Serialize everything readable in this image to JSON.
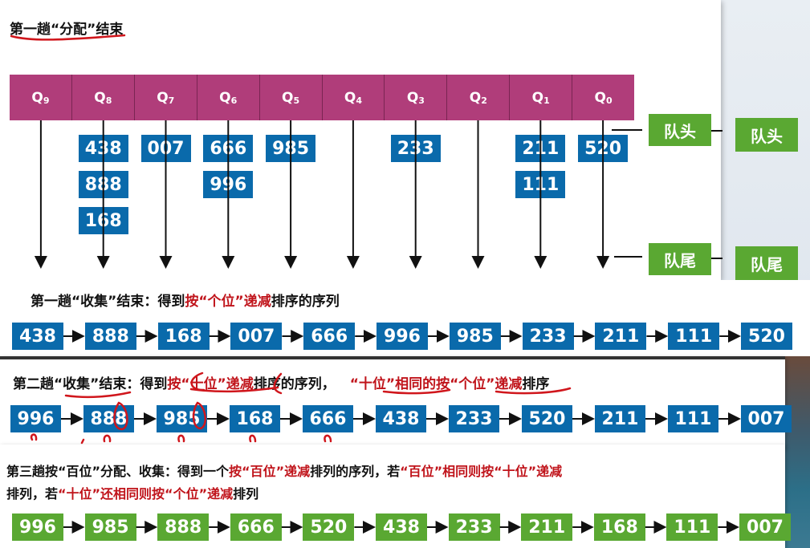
{
  "pass1_distribute": {
    "title": "第一趟“分配”结束",
    "queues": [
      {
        "label": "Q",
        "sub": "9",
        "items": []
      },
      {
        "label": "Q",
        "sub": "8",
        "items": [
          "438",
          "888",
          "168"
        ]
      },
      {
        "label": "Q",
        "sub": "7",
        "items": [
          "007"
        ]
      },
      {
        "label": "Q",
        "sub": "6",
        "items": [
          "666",
          "996"
        ]
      },
      {
        "label": "Q",
        "sub": "5",
        "items": [
          "985"
        ]
      },
      {
        "label": "Q",
        "sub": "4",
        "items": []
      },
      {
        "label": "Q",
        "sub": "3",
        "items": [
          "233"
        ]
      },
      {
        "label": "Q",
        "sub": "2",
        "items": []
      },
      {
        "label": "Q",
        "sub": "1",
        "items": [
          "211",
          "111"
        ]
      },
      {
        "label": "Q",
        "sub": "0",
        "items": [
          "520"
        ]
      }
    ],
    "head_label": "队头",
    "tail_label": "队尾"
  },
  "pass1_collect": {
    "title_a": "第一趟“收集”结束：得到",
    "title_b": "按“个位”递减",
    "title_c": "排序的序列",
    "sequence": [
      "438",
      "888",
      "168",
      "007",
      "666",
      "996",
      "985",
      "233",
      "211",
      "111",
      "520"
    ]
  },
  "pass2_collect": {
    "title_a": "第二趟“收集”结束：得到",
    "title_b": "按“十位”递减",
    "title_c": "排序的序列，",
    "title_d": "“十位”相同的按“个位”递减",
    "title_e": "排序",
    "sequence": [
      "996",
      "888",
      "985",
      "168",
      "666",
      "438",
      "233",
      "520",
      "211",
      "111",
      "007"
    ]
  },
  "pass3": {
    "line1_a": "第三趟按“百位”分配、收集：得到一个",
    "line1_b": "按“百位”递减",
    "line1_c": "排列的序列，若",
    "line1_d": "“百位”相同则按“十位”递减",
    "line2_a": "排列，若",
    "line2_b": "“十位”还相同则按“个位”递减",
    "line2_c": "排列",
    "sequence": [
      "996",
      "985",
      "888",
      "666",
      "520",
      "438",
      "233",
      "211",
      "168",
      "111",
      "007"
    ]
  },
  "colors": {
    "queue_header": "#b03d7a",
    "blue_box": "#0a6aab",
    "green_box": "#5aa832",
    "highlight_red": "#c0141b"
  }
}
